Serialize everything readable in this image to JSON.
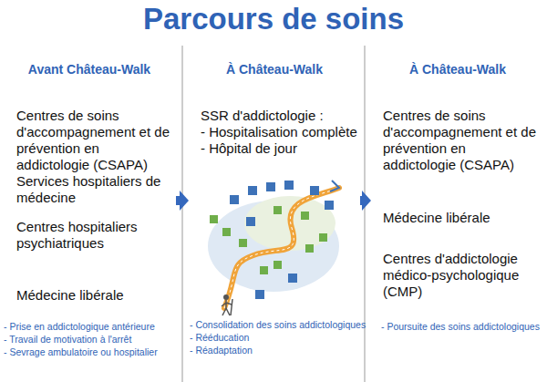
{
  "diagram": {
    "title": "Parcours de soins",
    "nodes": [
      {
        "text": [
          "Avant Château-Walk",
          "Centres de soins d'accompagnement et de prévention en addictologie (CSAPA)",
          "Services hospitaliers de médecine",
          "Centres hospitaliers psychiatriques",
          "Médecine libérale",
          "- Prise en addictologique antérieure",
          "- Travail de motivation à l'arrêt",
          "- Sevrage ambulatoire ou hospitalier"
        ]
      },
      {
        "text": [
          "À Château-Walk",
          "SSR d'addictologie :",
          "- Hospitalisation complète",
          "- Hôpital de jour",
          "- Consolidation des soins addictologiques",
          "- Rééducation",
          "- Réadaptation"
        ]
      },
      {
        "text": [
          "À Château-Walk",
          "Centres de soins d'accompagnement et de prévention en addictologie (CSAPA)",
          "Médecine libérale",
          "Centres d'addictologie médico-psychologique (CMP)",
          "- Poursuite des soins addictologiques"
        ]
      }
    ],
    "edges": [
      {
        "from": 0,
        "to": 1,
        "arrow": "to"
      },
      {
        "from": 1,
        "to": 2,
        "arrow": "to"
      }
    ]
  }
}
